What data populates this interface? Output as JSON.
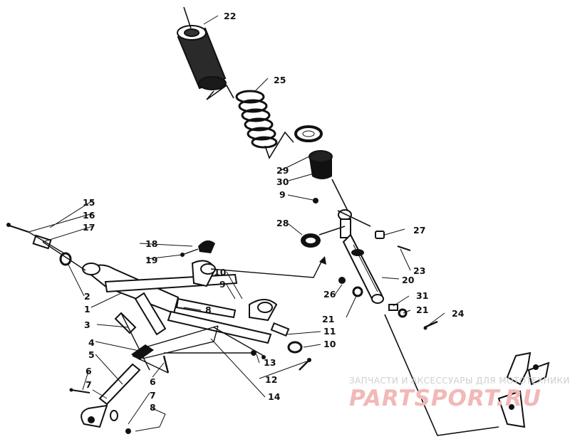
{
  "diagram": {
    "labels": [
      "22",
      "25",
      "29",
      "30",
      "9",
      "28",
      "27",
      "23",
      "20",
      "31",
      "21",
      "26",
      "21",
      "24",
      "15",
      "16",
      "17",
      "2",
      "1",
      "3",
      "18",
      "19",
      "10",
      "9",
      "8",
      "11",
      "10",
      "4",
      "5",
      "6",
      "7",
      "6",
      "7",
      "8",
      "13",
      "12",
      "14"
    ]
  },
  "watermark": {
    "caption": "ЗАПЧАСТИ И АКСЕССУАРЫ ДЛЯ МОТОТЕХНИКИ",
    "logo": "PARTSPORT.RU"
  }
}
